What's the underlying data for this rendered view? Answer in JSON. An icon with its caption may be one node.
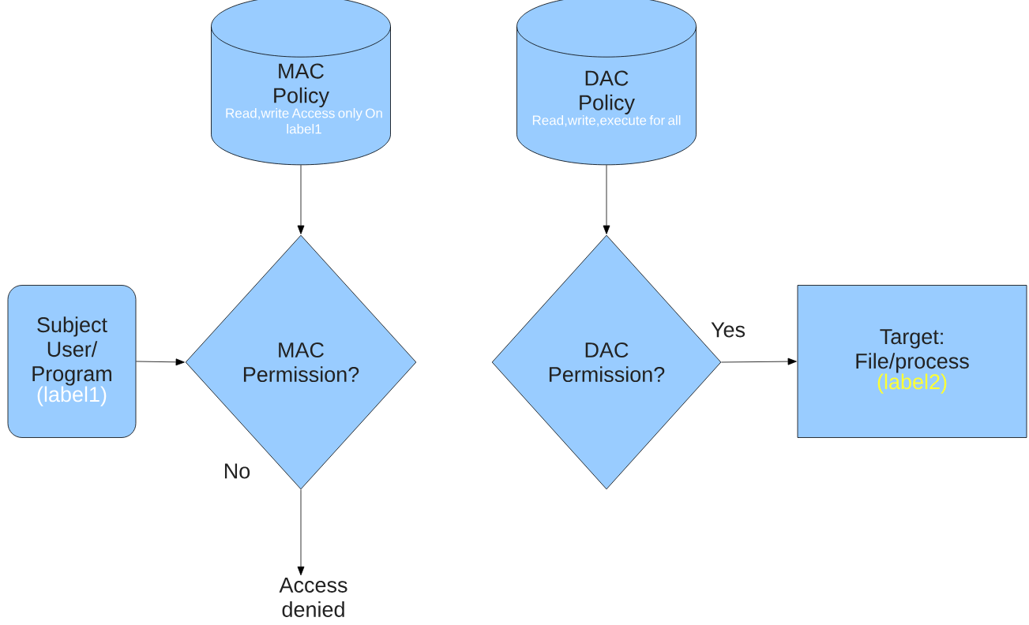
{
  "diagram": {
    "nodes": [
      {
        "text": [
          "MAC Policy",
          "Read,write Access only On label1"
        ]
      },
      {
        "text": [
          "DAC Policy",
          "Read,write,execute for all"
        ]
      },
      {
        "text": [
          "Subject User/ Program",
          "(label1)"
        ]
      },
      {
        "text": [
          "MAC Permission?"
        ]
      },
      {
        "text": [
          "DAC Permission?"
        ]
      },
      {
        "text": [
          "Target: File/process",
          "(label2)"
        ]
      },
      {
        "text": [
          "Access denied"
        ]
      }
    ],
    "edges": [
      {
        "from": 0,
        "to": 3,
        "arrow": "to"
      },
      {
        "from": 2,
        "to": 3,
        "arrow": "to"
      },
      {
        "from": 3,
        "to": 6,
        "arrow": "to",
        "label": "No"
      },
      {
        "from": 1,
        "to": 4,
        "arrow": "to"
      },
      {
        "from": 4,
        "to": 5,
        "arrow": "to",
        "label": "Yes"
      }
    ]
  }
}
